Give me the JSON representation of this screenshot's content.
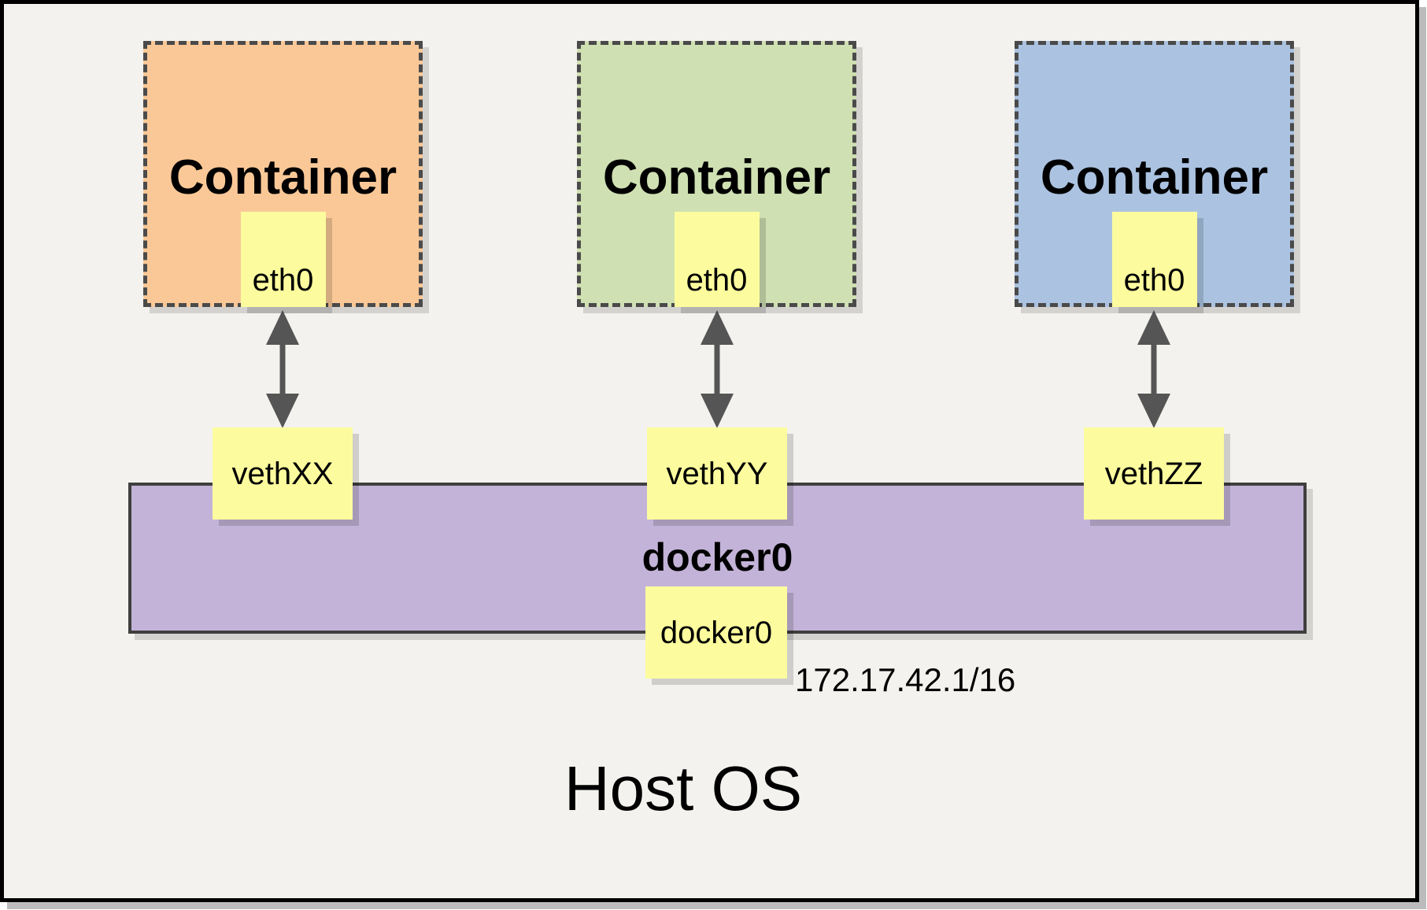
{
  "frame": {
    "background": "#f4f2ee",
    "border_color": "#000000"
  },
  "containers": [
    {
      "title": "Container",
      "interface_label": "eth0",
      "veth_label": "vethXX",
      "fill": "#fac897"
    },
    {
      "title": "Container",
      "interface_label": "eth0",
      "veth_label": "vethYY",
      "fill": "#cfe0b2"
    },
    {
      "title": "Container",
      "interface_label": "eth0",
      "veth_label": "vethZZ",
      "fill": "#abc3e1"
    }
  ],
  "bridge": {
    "title": "docker0",
    "interface_label": "docker0",
    "ip_address": "172.17.42.1/16",
    "fill": "#c3b3d8"
  },
  "host": {
    "title": "Host OS"
  },
  "colors": {
    "note_fill": "#fcfc9e",
    "arrow": "#555555",
    "dashed_border": "#4a4a4a"
  }
}
